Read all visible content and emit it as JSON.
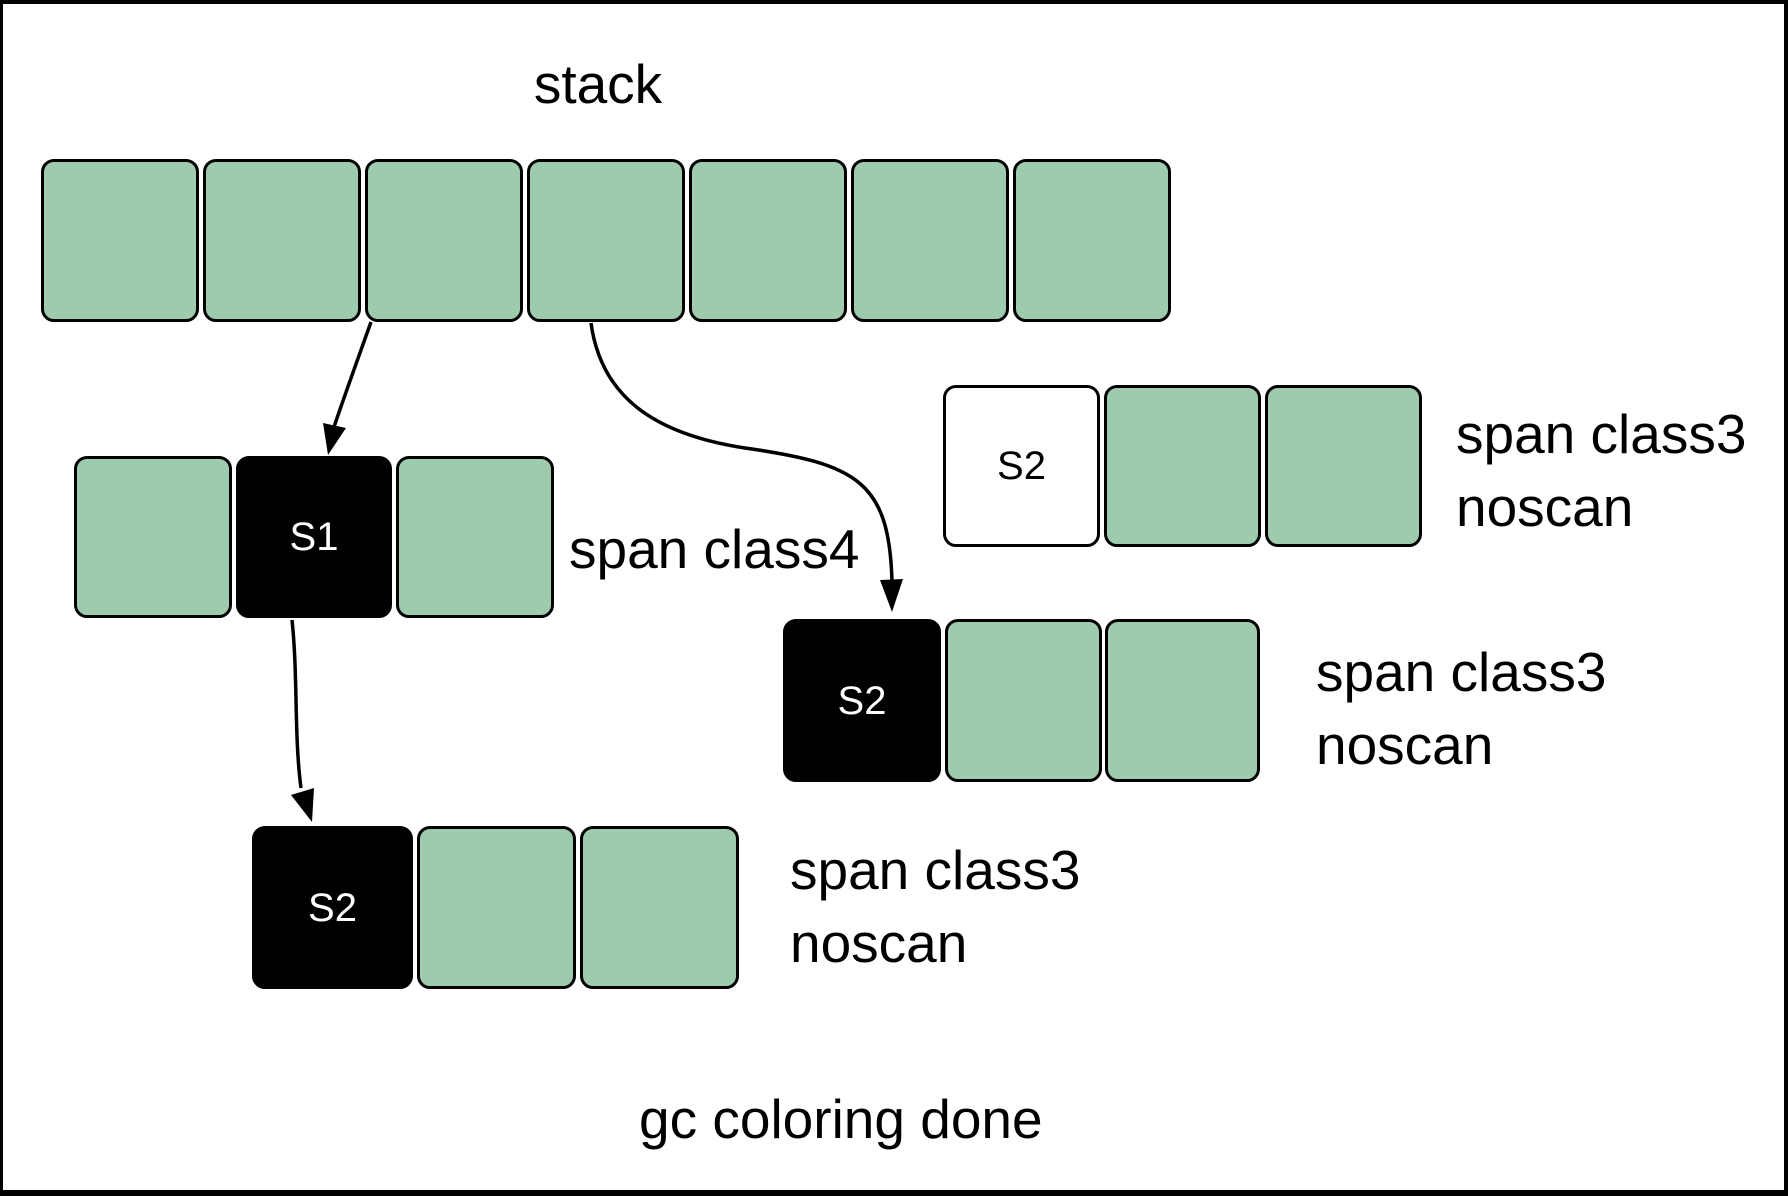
{
  "title": "stack",
  "footer": "gc coloring done",
  "colors": {
    "cell_green": "#9ecbae",
    "cell_black": "#000000",
    "cell_white": "#ffffff",
    "cell_text_light": "#ffffff",
    "text": "#000000",
    "stroke": "#000000"
  },
  "stack": {
    "label": "stack",
    "cell_count": 7
  },
  "spans": {
    "class4": {
      "label": "span class4",
      "cell_label": "S1"
    },
    "class3_top": {
      "label_line1": "span class3",
      "label_line2": "noscan",
      "cell_label": "S2"
    },
    "class3_mid": {
      "label_line1": "span class3",
      "label_line2": "noscan",
      "cell_label": "S2"
    },
    "class3_bottom": {
      "label_line1": "span class3",
      "label_line2": "noscan",
      "cell_label": "S2"
    }
  },
  "arrows": [
    {
      "name": "stack-to-s1"
    },
    {
      "name": "stack-to-s2-middle"
    },
    {
      "name": "s1-to-s2-bottom"
    }
  ]
}
